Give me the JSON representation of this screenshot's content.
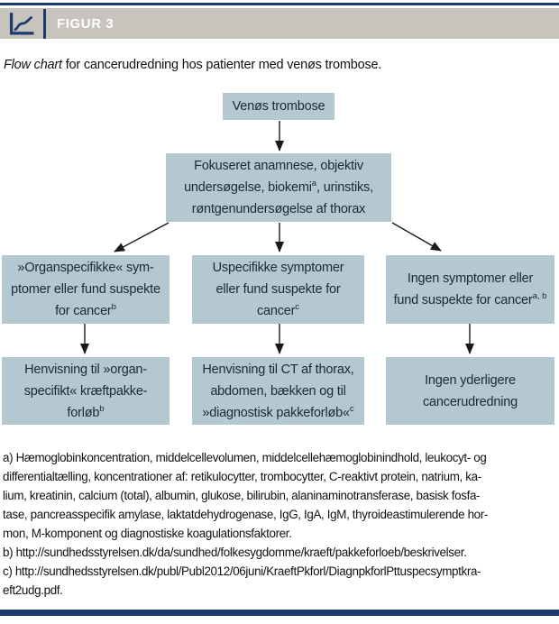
{
  "colors": {
    "navy": "#1e3a6d",
    "header_gray": "#c7c3bd",
    "box_fill": "#b3c8d1",
    "box_text": "#1b2936",
    "body_text": "#1a1a1a"
  },
  "header": {
    "icon": "line-chart-icon",
    "title": "FIGUR 3"
  },
  "caption": {
    "italic": "Flow chart",
    "rest": " for cancerudredning hos patienter med venøs trombose."
  },
  "flowchart": {
    "nodes": [
      {
        "id": "venous-thrombosis",
        "lines": [
          "Venøs trombose"
        ]
      },
      {
        "id": "workup",
        "lines": [
          "Fokuseret anamnese, objektiv",
          "undersøgelse, biokemi^{a}, urinstiks,",
          "røntgenundersøgelse af thorax"
        ]
      },
      {
        "id": "organ-specific-findings",
        "lines": [
          "»Organspecifikke« sym-",
          "ptomer eller fund suspekte",
          "for cancer^{b}"
        ]
      },
      {
        "id": "unspecific-findings",
        "lines": [
          "Uspecifikke symptomer",
          "eller fund suspekte for",
          "cancer^{c}"
        ]
      },
      {
        "id": "no-findings",
        "lines": [
          "Ingen symptomer eller",
          "fund suspekte for cancer^{a, b}"
        ]
      },
      {
        "id": "referral-organ-specific",
        "lines": [
          "Henvisning til »organ-",
          "specifikt« kræftpakke-",
          "forløb^{b}"
        ]
      },
      {
        "id": "referral-ct",
        "lines": [
          "Henvisning til CT af thorax,",
          "abdomen, bækken og til",
          "»diagnostisk pakkeforløb«^{c}"
        ]
      },
      {
        "id": "no-further-workup",
        "lines": [
          "Ingen yderligere",
          "cancerudredning"
        ]
      }
    ],
    "edges": [
      {
        "from": "venous-thrombosis",
        "to": "workup"
      },
      {
        "from": "workup",
        "to": "organ-specific-findings"
      },
      {
        "from": "workup",
        "to": "unspecific-findings"
      },
      {
        "from": "workup",
        "to": "no-findings"
      },
      {
        "from": "organ-specific-findings",
        "to": "referral-organ-specific"
      },
      {
        "from": "unspecific-findings",
        "to": "referral-ct"
      },
      {
        "from": "no-findings",
        "to": "no-further-workup"
      }
    ]
  },
  "footnotes": {
    "a_lines": [
      "a) Hæmoglobinkoncentration, middelcellevolumen, middelcellehæmoglobinindhold, leukocyt- og",
      "differentialtælling, koncentrationer af: retikulocytter, trombocytter, C-reaktivt protein, natrium, ka-",
      "lium, kreatinin, calcium (total), albumin, glukose, bilirubin, alaninaminotransferase, basisk fosfa-",
      "tase, pancreasspecifik amylase, laktatdehydrogenase, IgG, IgA, IgM, thyroideastimulerende hor-",
      "mon, M-komponent og diagnostiske koagulationsfaktorer."
    ],
    "b_lines": [
      "b) http://sundhedsstyrelsen.dk/da/sundhed/folkesygdomme/kraeft/pakkeforloeb/beskrivelser."
    ],
    "c_lines": [
      "c) http://sundhedsstyrelsen.dk/publ/Publ2012/06juni/KraeftPkforl/DiagnpkforlPttuspecsymptkra-",
      "eft2udg.pdf."
    ]
  }
}
